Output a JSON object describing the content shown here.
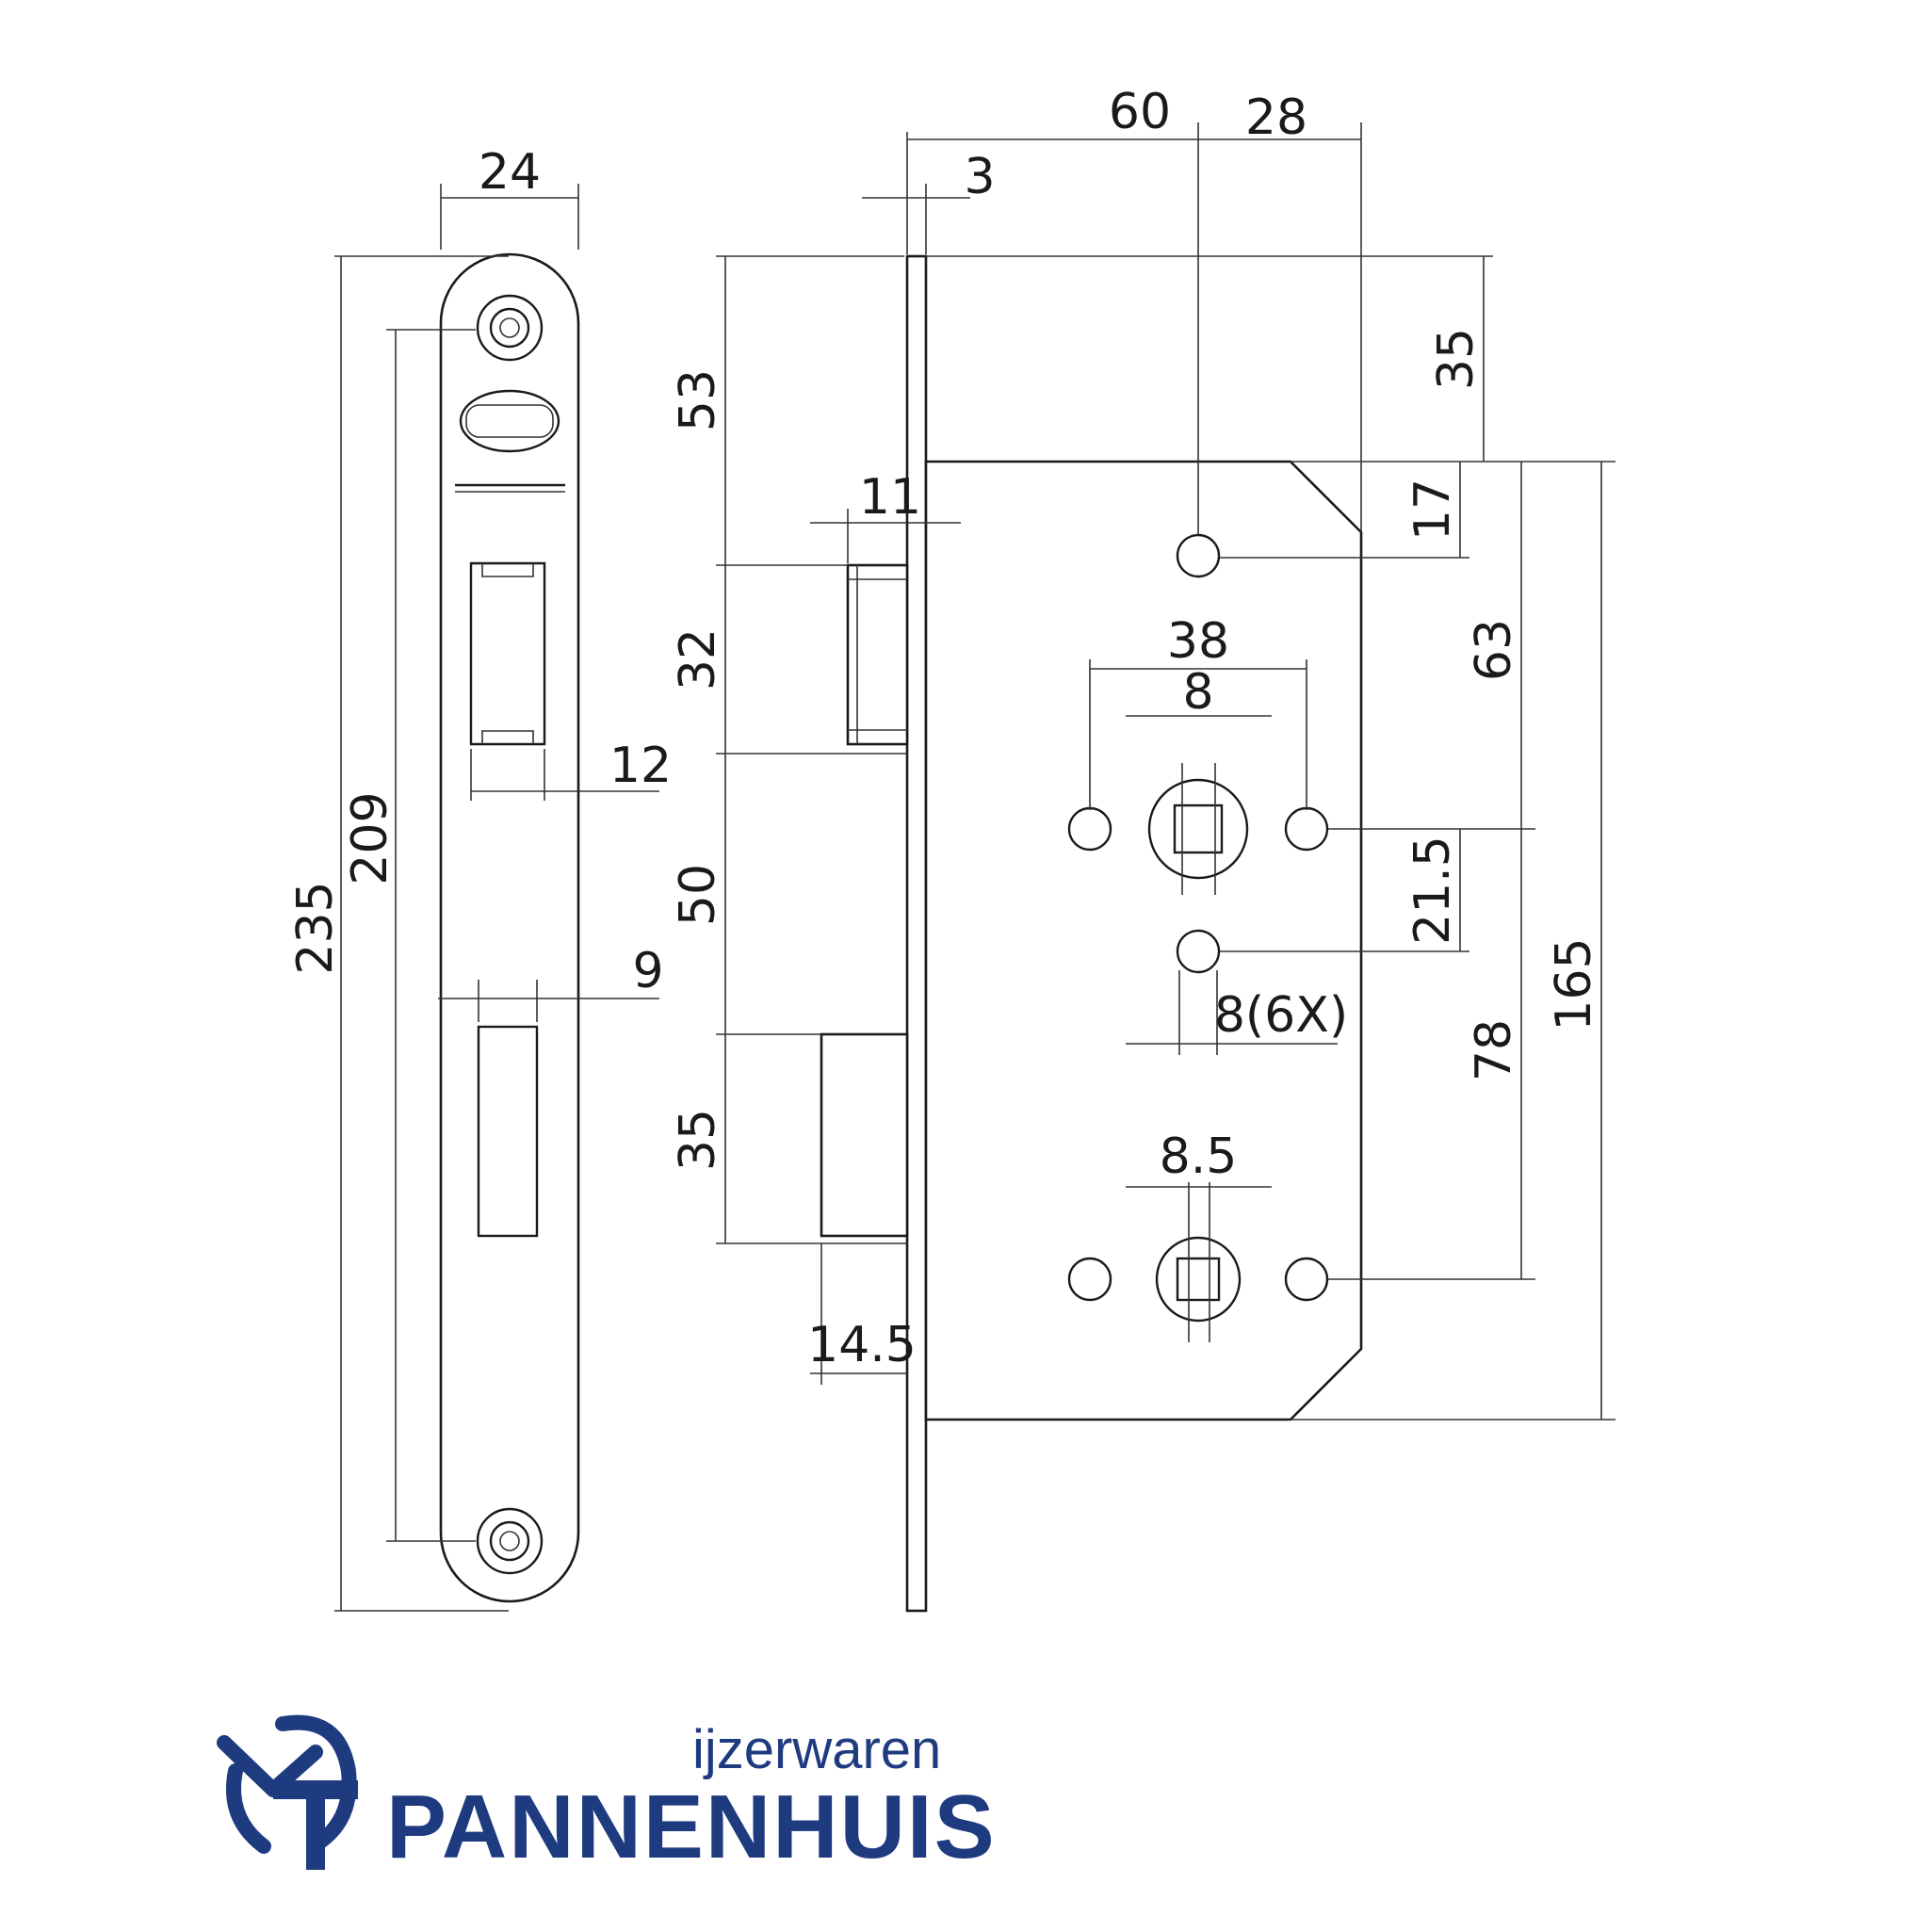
{
  "dimensions": {
    "faceplate_width": "24",
    "total_height": "235",
    "screw_distance": "209",
    "latch_width": "12",
    "bolt_width": "9",
    "top_offset": "60",
    "backset_right": "28",
    "plate_thickness": "3",
    "top_35": "35",
    "d53": "53",
    "d11": "11",
    "d17": "17",
    "d32": "32",
    "d38": "38",
    "d8": "8",
    "d63": "63",
    "d21_5": "21.5",
    "d50": "50",
    "d8_6x": "8(6X)",
    "d78": "78",
    "d165": "165",
    "d35_bolt": "35",
    "d8_5": "8.5",
    "d14_5": "14.5"
  },
  "brand": {
    "tagline": "ijzerwaren",
    "name": "PANNENHUIS",
    "color": "#1f3b80"
  }
}
